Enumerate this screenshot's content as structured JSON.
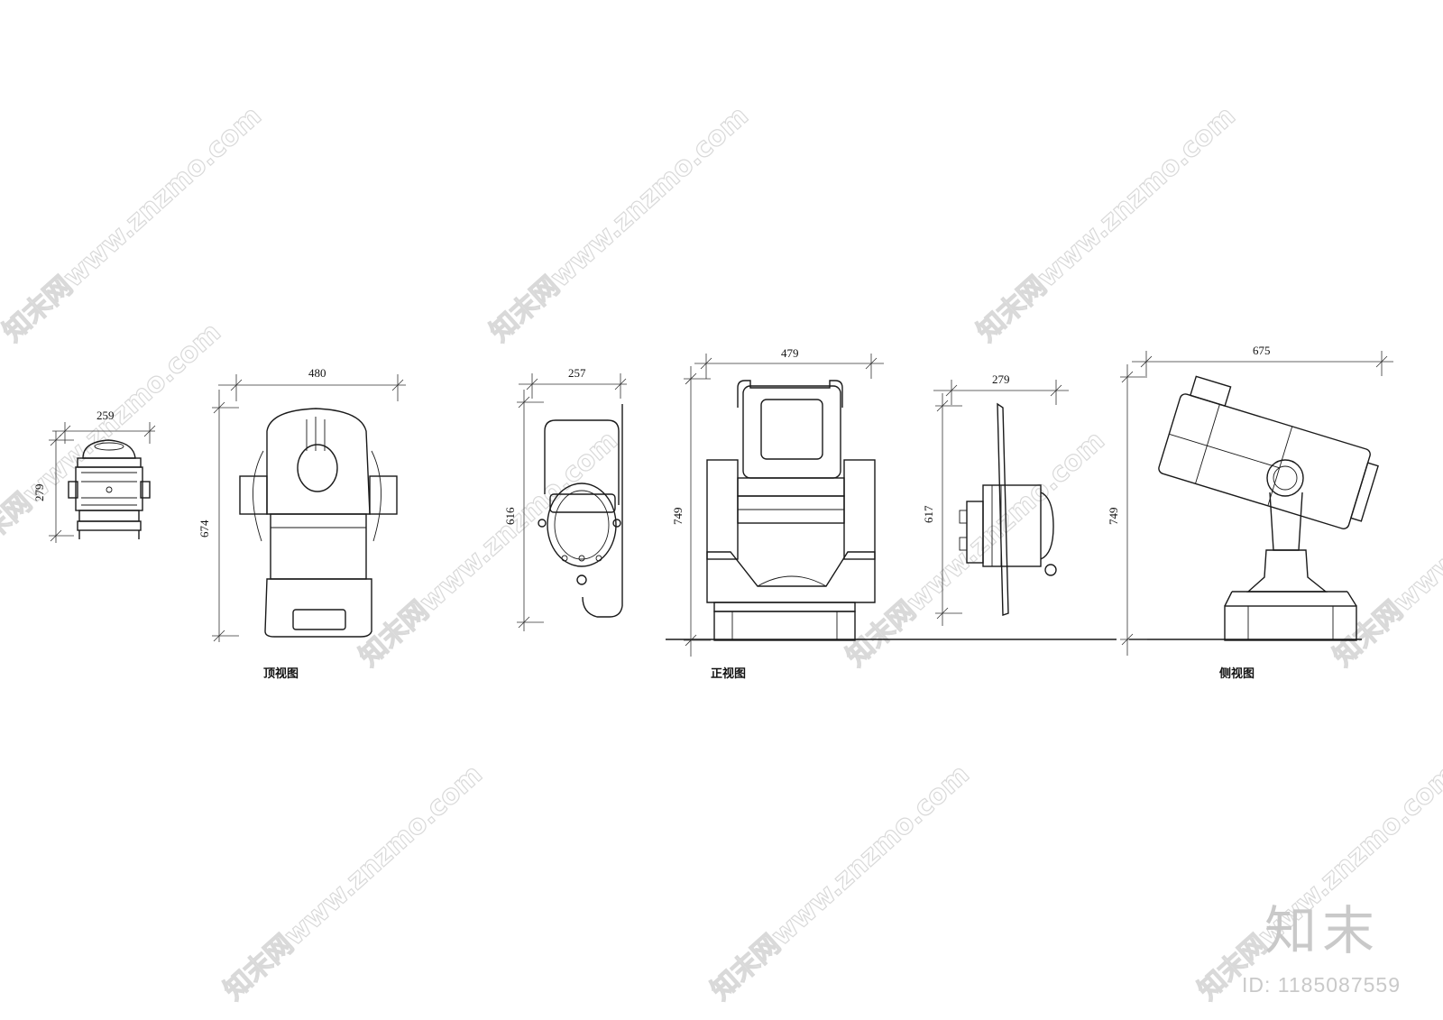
{
  "dimensions": {
    "v1_width": "259",
    "v1_height": "279",
    "v2_width": "480",
    "v2_height": "674",
    "v3_width": "257",
    "v3_height": "616",
    "v4_width": "479",
    "v4_height": "749",
    "v5_width": "279",
    "v5_height": "617",
    "v6_width": "675",
    "v6_height": "749"
  },
  "view_labels": {
    "top_view": "顶视图",
    "front_view": "正视图",
    "side_view": "侧视图"
  },
  "watermark": {
    "repeat_text": "知末网www.znzmo.com",
    "logo": "知末",
    "id_text": "ID: 1185087559"
  }
}
